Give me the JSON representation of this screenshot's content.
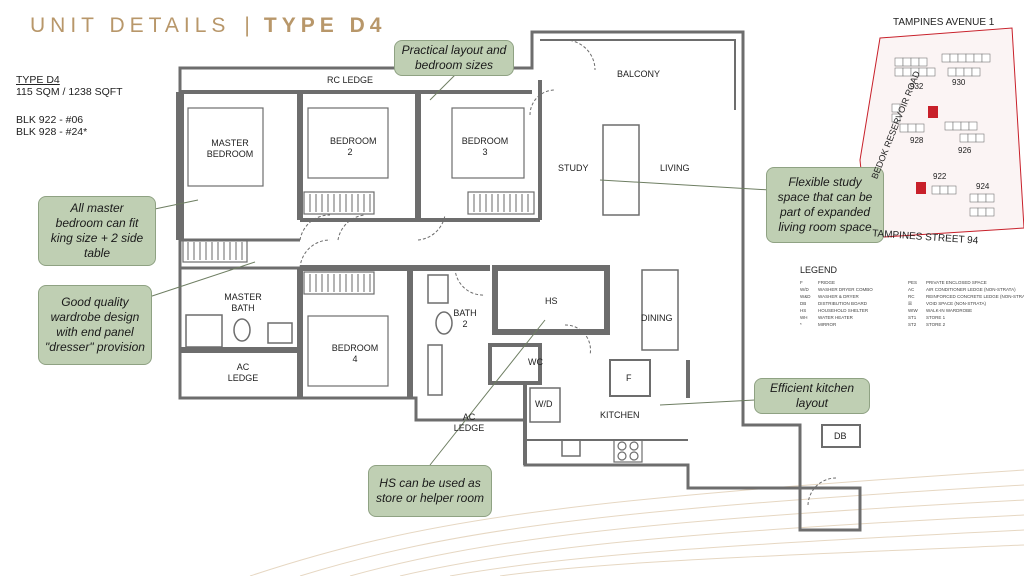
{
  "title": {
    "left": "UNIT DETAILS",
    "sep": "|",
    "right": "TYPE D4"
  },
  "unit_info": {
    "type": "TYPE D4",
    "size": "115 SQM / 1238 SQFT",
    "block1": "BLK 922 - #06",
    "block2": "BLK 928 - #24*"
  },
  "callouts": {
    "practical": "Practical layout and bedroom sizes",
    "master": "All master bedroom can fit king size + 2 side table",
    "wardrobe": "Good quality wardrobe design with end panel \"dresser\" provision",
    "study": "Flexible study space that can be part of expanded living room space",
    "kitchen": "Efficient kitchen layout",
    "hs": "HS can be used as store or helper room"
  },
  "rooms": {
    "rc_ledge": "RC LEDGE",
    "balcony": "BALCONY",
    "master_bedroom": "MASTER BEDROOM",
    "bedroom2": "BEDROOM 2",
    "bedroom3": "BEDROOM 3",
    "study": "STUDY",
    "living": "LIVING",
    "master_bath": "MASTER BATH",
    "bedroom4": "BEDROOM 4",
    "bath2": "BATH 2",
    "hs": "HS",
    "dining": "DINING",
    "wc": "WC",
    "ac_ledge_left": "AC LEDGE",
    "ac_ledge_mid": "AC LEDGE",
    "fridge": "F",
    "wd": "W/D",
    "kitchen": "KITCHEN",
    "db": "DB"
  },
  "site": {
    "road_top": "TAMPINES AVENUE 1",
    "road_side": "BEDOK RESERVOIR ROAD",
    "road_bottom": "TAMPINES STREET 94",
    "blocks": [
      "930",
      "932",
      "928",
      "926",
      "922",
      "924"
    ],
    "accent": "#c8202a"
  },
  "legend": {
    "title": "LEGEND",
    "left": [
      [
        "F",
        "FRIDGE"
      ],
      [
        "W/D",
        "WASHER DRYER COMBO"
      ],
      [
        "W&D",
        "WASHER & DRYER"
      ],
      [
        "DB",
        "DISTRIBUTION BOARD"
      ],
      [
        "HS",
        "HOUSEHOLD SHELTER"
      ],
      [
        "WH",
        "WATER HEATER"
      ],
      [
        "*",
        "MIRROR"
      ]
    ],
    "right": [
      [
        "PES",
        "PRIVATE ENCLOSED SPACE"
      ],
      [
        "AC",
        "AIR CONDITIONER LEDGE (NON-STRATA)"
      ],
      [
        "RC",
        "REINFORCED CONCRETE LEDGE (NON-STRATA)"
      ],
      [
        "☒",
        "VOID SPACE (NON-STRATA)"
      ],
      [
        "WIW",
        "WALK-IN WARDROBE"
      ],
      [
        "ST1",
        "STORE 1"
      ],
      [
        "ST2",
        "STORE 2"
      ]
    ]
  },
  "colors": {
    "accent": "#b8976a",
    "callout": "#bfcfb3",
    "wall": "#6d6d6d"
  }
}
